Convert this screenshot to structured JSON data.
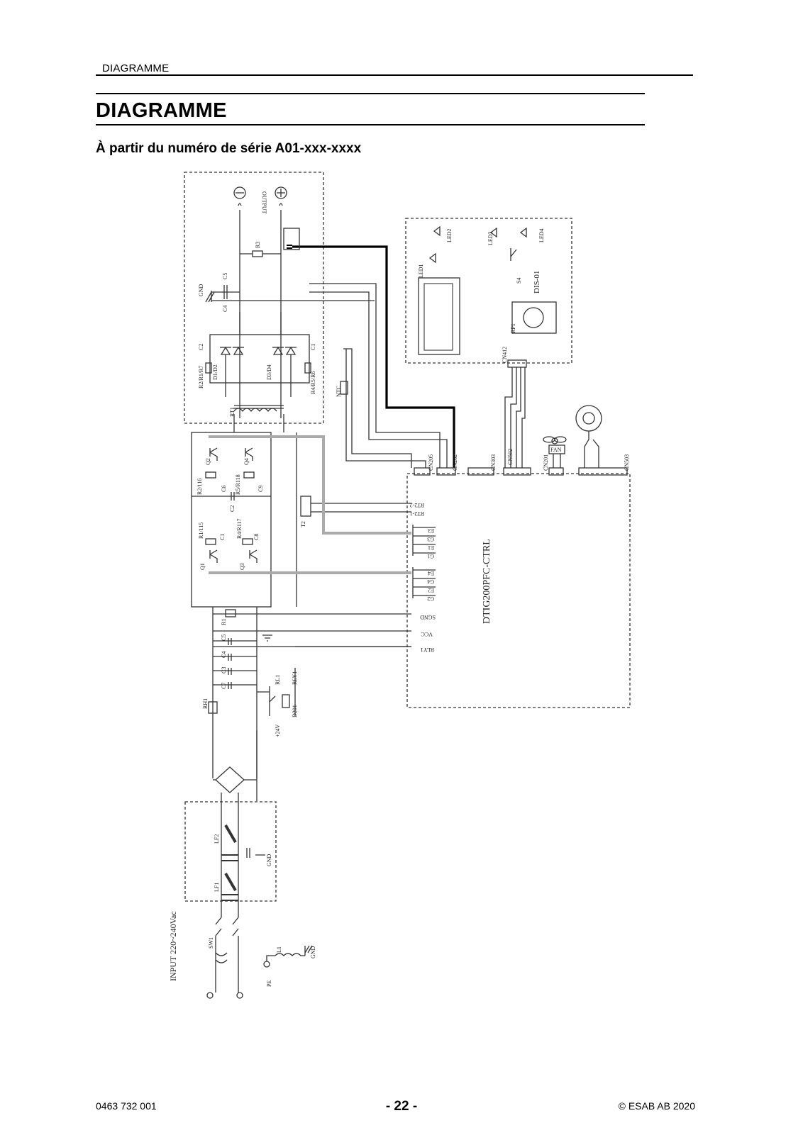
{
  "header": {
    "running_title": "DIAGRAMME"
  },
  "page": {
    "title": "DIAGRAMME",
    "subtitle": "À partir du numéro de série A01-xxx-xxxx"
  },
  "diagram": {
    "labels": {
      "output": "OUTPUT",
      "gnd": "GND",
      "r3": "R3",
      "c5": "C5",
      "c4": "C4",
      "c2": "C2",
      "c1": "C1",
      "r2r1r7": "R2/R1/R7",
      "d1d2": "D1/D2",
      "d3d4": "D3/D4",
      "r4r5r6": "R4/R5/R6",
      "rt1": "RT1",
      "ntc": "NTC",
      "led1": "LED1",
      "led2": "LED2",
      "led3": "LED3",
      "led4": "LED4",
      "s4": "S4",
      "dis01": "DIS-01",
      "rp1": "RP1",
      "cn412": "CN412",
      "fan": "FAN",
      "cn205": "CN205",
      "cn202": "CN202",
      "cn303": "CN303",
      "cn502": "CN502",
      "cn201": "CN201",
      "cn503": "CN503",
      "ctrl": "DTIG200PFC-CTRL",
      "rt2_2": "RT2-2",
      "rt2_1": "RT2-1",
      "e3": "E3",
      "g3": "G3",
      "e1": "E1",
      "g1": "G1",
      "e4": "E4",
      "g4": "G4",
      "e2": "E2",
      "g2": "G2",
      "sgnd": "SGND",
      "vcc": "VCC",
      "rly1": "RLY1",
      "q2": "Q2",
      "q4": "Q4",
      "q1": "Q1",
      "q3": "Q3",
      "r2_116": "R2/116",
      "r5_r118": "R5/R118",
      "r1_115": "R1/115",
      "r4_r117": "R4/R117",
      "c6": "C6",
      "c9": "C9",
      "c2b": "C2",
      "c1b": "C1",
      "c8": "C8",
      "t2": "T2",
      "r1": "R1",
      "c5b": "C5",
      "c4b": "C4",
      "c3": "C3",
      "c7": "C7",
      "rl1": "RL1",
      "rly1b": "RLY1",
      "d201": "D201",
      "rh1": "RH1",
      "plus24": "+24V",
      "lf2": "LF2",
      "lf1": "LF1",
      "gndb": "GND",
      "input": "INPUT 220~240Vac",
      "sw1": "SW1",
      "l1": "L1",
      "gndc": "GND",
      "pe": "PE"
    }
  },
  "footer": {
    "doc_number": "0463 732 001",
    "page_number": "- 22 -",
    "copyright": "© ESAB AB 2020"
  }
}
